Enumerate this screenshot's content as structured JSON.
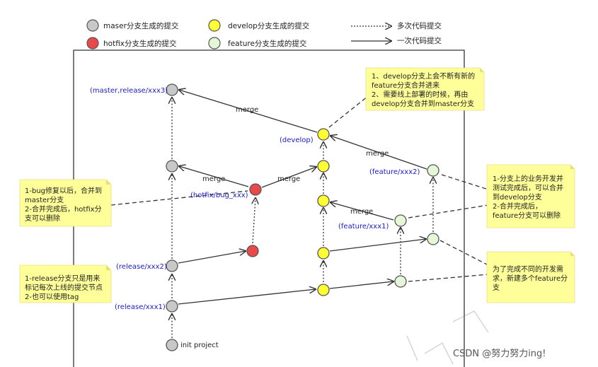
{
  "legend": {
    "master_commit": "maser分支生成的提交",
    "develop_commit": "develop分支生成的提交",
    "hotfix_commit": "hotfix分支生成的提交",
    "feature_commit": "feature分支生成的提交",
    "multi_commit": "多次代码提交",
    "single_commit": "一次代码提交"
  },
  "labels": {
    "master_release_xxx3": "(master,release/xxx3)",
    "develop": "(develop)",
    "hotfix_bug": "(hotfix/bug_xxx)",
    "feature_xxx2": "(feature/xxx2)",
    "feature_xxx1": "(feature/xxx1)",
    "release_xxx2": "(release/xxx2)",
    "release_xxx1": "(release/xxx1)",
    "init_project": "init project",
    "merge": "merge"
  },
  "notes": {
    "develop": [
      "1、develop分支上会不断有新的",
      "feature分支合并进来",
      "2、需要线上部署的时候，再由",
      "develop分支合并到master分支"
    ],
    "hotfix": [
      "1-bug修复以后，合并到",
      "master分支",
      "2-合并完成后，hotfix分",
      "支可以删除"
    ],
    "feature_merge": [
      "1-分支上的业务开发并",
      "测试完成后，可以合并",
      "到develop分支",
      "2-合并完成后，",
      "feature分支可以删除"
    ],
    "release": [
      "1-release分支只是用来",
      "标记每次上线的提交节点",
      "2-也可以使用tag"
    ],
    "feature_create": [
      "为了完成不同的开发需",
      "求，新建多个feature分",
      "支"
    ]
  },
  "watermark": "CSDN @努力努力ing!",
  "colors": {
    "master": "#c8c8c8",
    "hotfix": "#e84a4a",
    "develop": "#ffff33",
    "feature": "#e6f7d8",
    "note": "#ffff99",
    "label": "#1a1acc"
  }
}
